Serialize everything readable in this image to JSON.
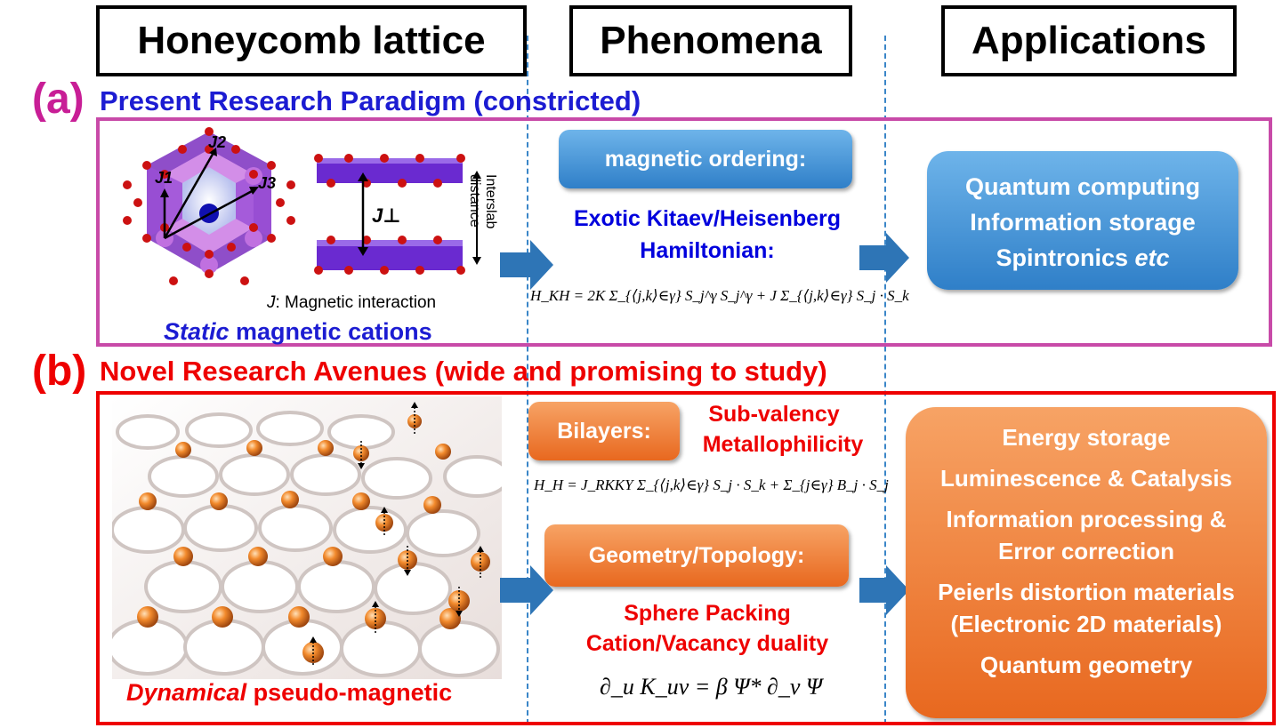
{
  "headers": {
    "honeycomb": "Honeycomb lattice",
    "phenomena": "Phenomena",
    "applications": "Applications"
  },
  "section_a": {
    "label": "(a)",
    "title": "Present Research Paradigm (constricted)",
    "lattice": {
      "j1": "J1",
      "j2": "J2",
      "j3": "J3",
      "jperp": "J⊥",
      "interslab": "Interslab",
      "distance": "distance",
      "legend_j": "J",
      "legend_rest": ": Magnetic interaction",
      "caption_italic": "Static",
      "caption_rest": " magnetic cations"
    },
    "phenomena": {
      "button": "magnetic ordering:",
      "line1": "Exotic Kitaev/Heisenberg",
      "line2": "Hamiltonian:",
      "equation": "H_KH = 2K Σ_{⟨j,k⟩∈γ} S_j^γ S_j^γ + J Σ_{⟨j,k⟩∈γ} S_j · S_k"
    },
    "applications": {
      "line1": "Quantum computing",
      "line2": "Information storage",
      "line3_normal": "Spintronics ",
      "line3_italic": "etc"
    }
  },
  "section_b": {
    "label": "(b)",
    "title": "Novel Research Avenues (wide and promising to study)",
    "lattice": {
      "caption_italic": "Dynamical",
      "caption_rest": " pseudo-magnetic"
    },
    "phenomena": {
      "bilayers": "Bilayers:",
      "subvalency": "Sub-valency",
      "metallophilicity": "Metallophilicity",
      "equation1": "H_H = J_RKKY Σ_{⟨j,k⟩∈γ} S_j · S_k + Σ_{j∈γ} B_j · S_j",
      "geometry": "Geometry/Topology:",
      "sphere": "Sphere Packing",
      "duality": "Cation/Vacancy duality",
      "equation2": "∂_u K_uv = β Ψ* ∂_v Ψ"
    },
    "applications": {
      "line1": "Energy storage",
      "line2": "Luminescence & Catalysis",
      "line3": "Information processing &",
      "line4": "Error correction",
      "line5": "Peierls distortion materials",
      "line6": "(Electronic 2D materials)",
      "line7": "Quantum geometry"
    }
  },
  "colors": {
    "section_a_label": "#c81e96",
    "section_a_title": "#1c1cd2",
    "section_a_border": "#c84aa8",
    "section_b_red": "#ee0000",
    "arrow_blue": "#2e75b6"
  }
}
